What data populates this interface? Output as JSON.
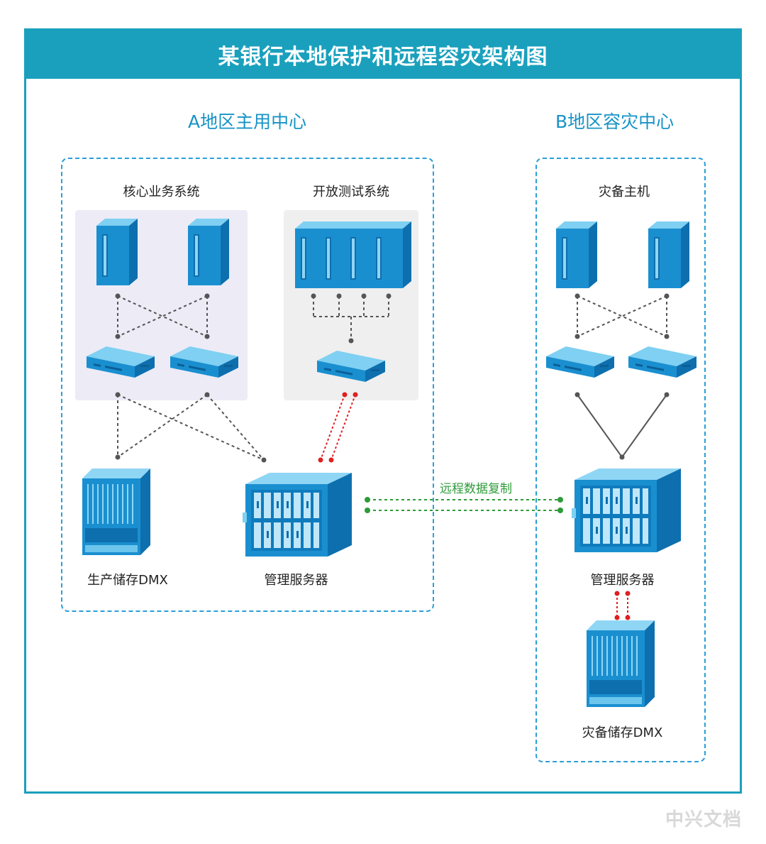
{
  "title": "某银行本地保护和远程容灾架构图",
  "site_a": {
    "name": "A地区主用中心",
    "core_system": "核心业务系统",
    "test_system": "开放测试系统",
    "storage": "生产储存DMX",
    "server": "管理服务器"
  },
  "site_b": {
    "name": "B地区容灾中心",
    "hosts": "灾备主机",
    "server": "管理服务器",
    "storage": "灾备储存DMX"
  },
  "replication_label": "远程数据复制",
  "watermark": "中兴文档",
  "colors": {
    "accent": "#1aa0bd",
    "device_blue": "#1a8fd0",
    "replication_green": "#2e9b3a",
    "local_link_red": "#e02020"
  }
}
